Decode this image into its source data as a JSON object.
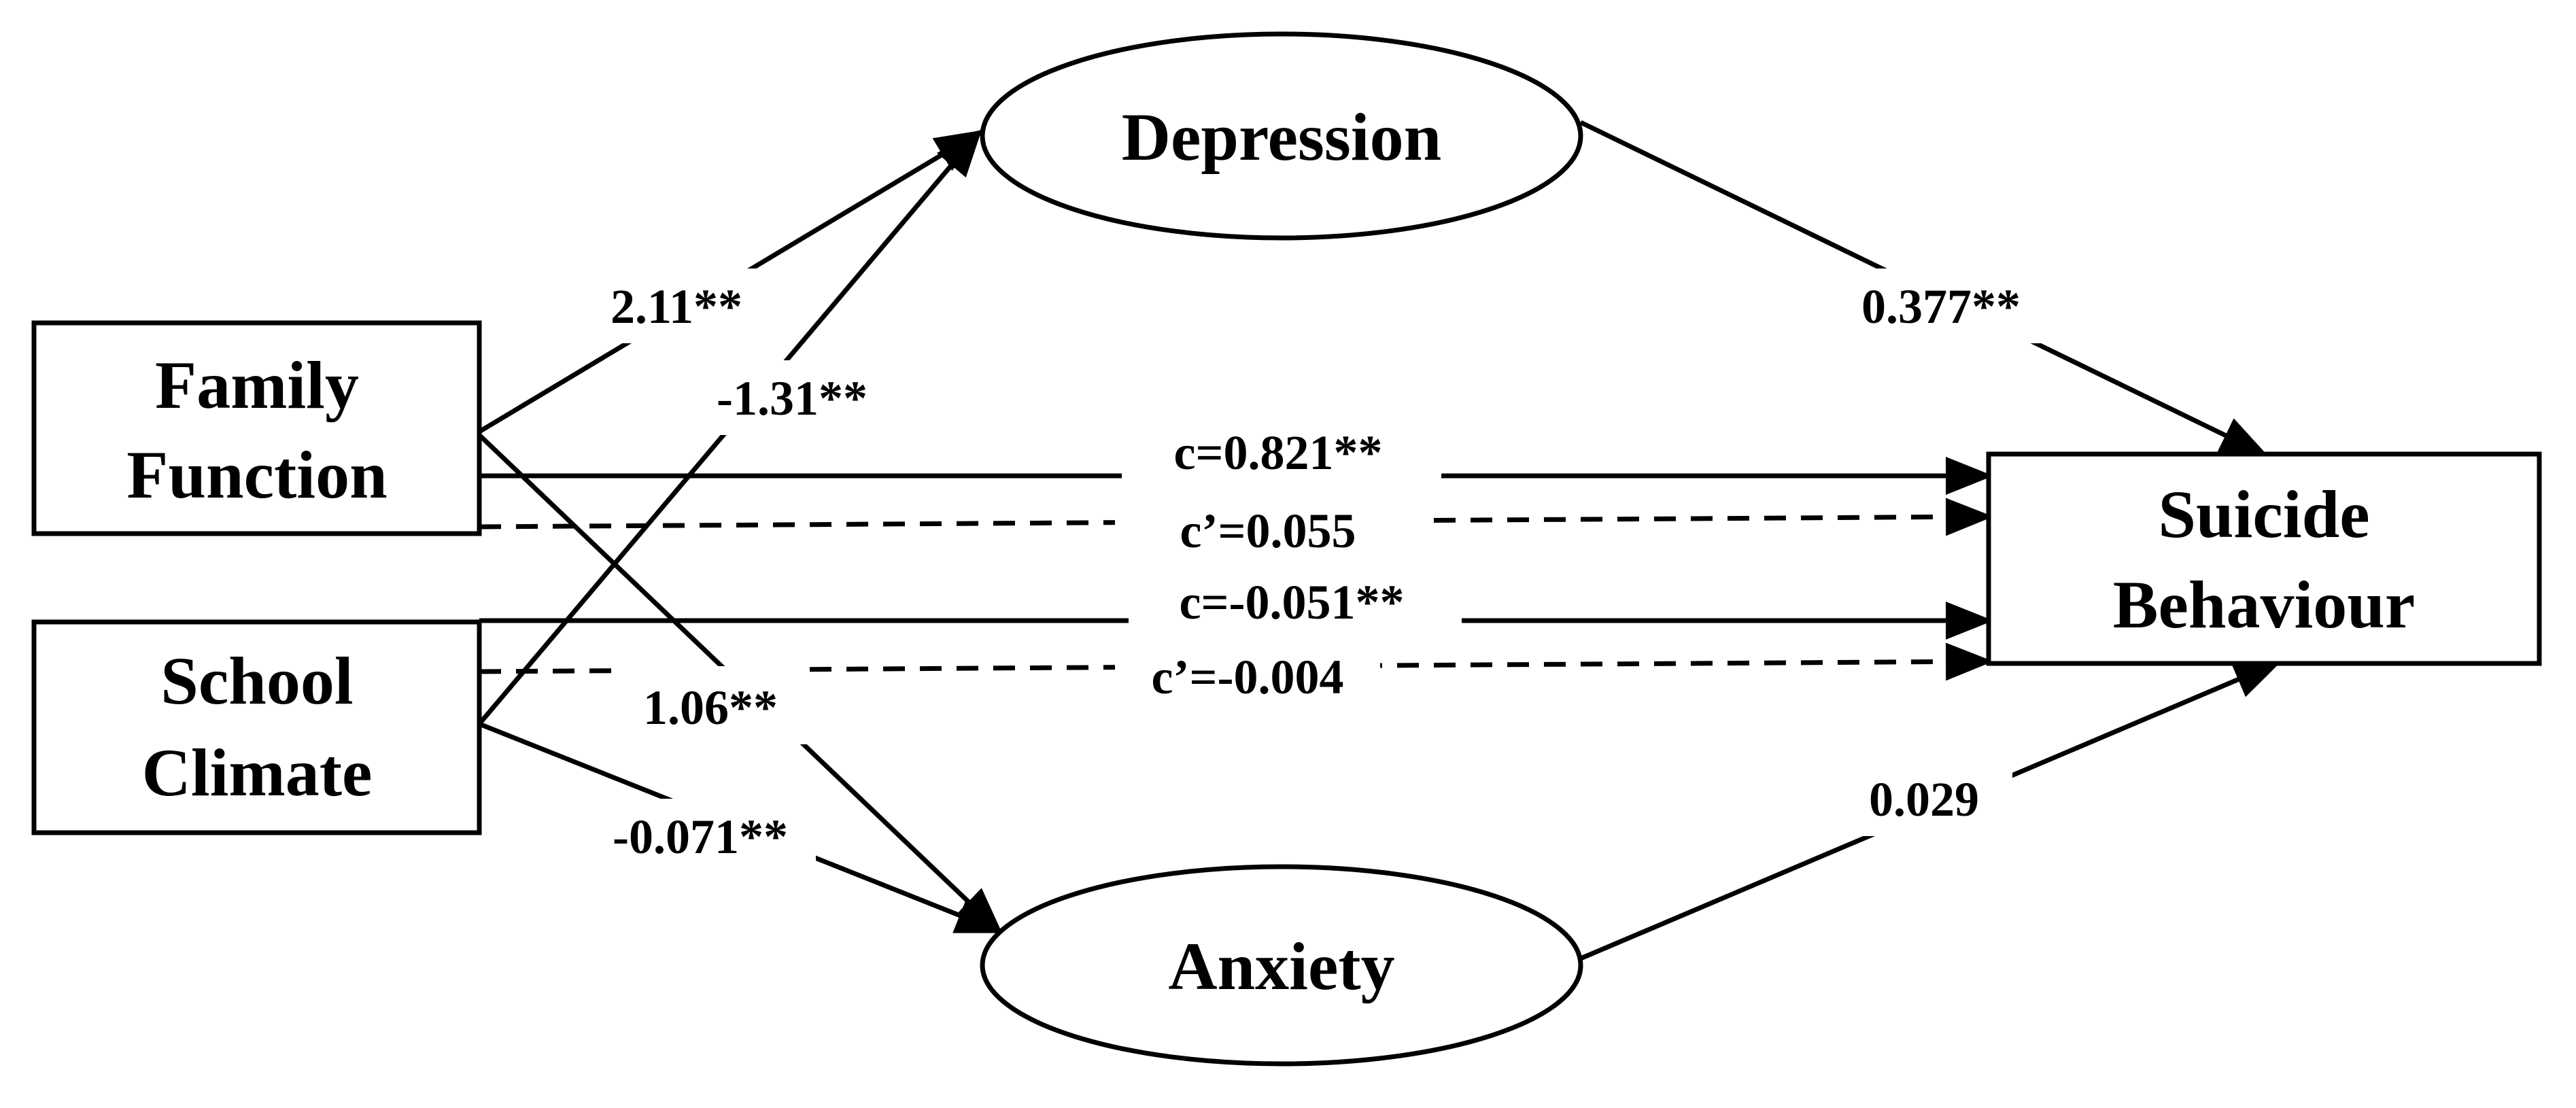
{
  "nodes": {
    "family_function": {
      "line1": "Family",
      "line2": "Function"
    },
    "school_climate": {
      "line1": "School",
      "line2": "Climate"
    },
    "depression": {
      "label": "Depression"
    },
    "anxiety": {
      "label": "Anxiety"
    },
    "suicide_behaviour": {
      "line1": "Suicide",
      "line2": "Behaviour"
    }
  },
  "paths": {
    "family_to_depression": "2.11**",
    "school_to_depression": "-1.31**",
    "family_to_anxiety": "1.06**",
    "school_to_anxiety": "-0.071**",
    "depression_to_suicide": "0.377**",
    "anxiety_to_suicide": "0.029",
    "family_total": "c=0.821**",
    "family_direct": "c’=0.055",
    "school_total": "c=-0.051**",
    "school_direct": "c’=-0.004"
  }
}
